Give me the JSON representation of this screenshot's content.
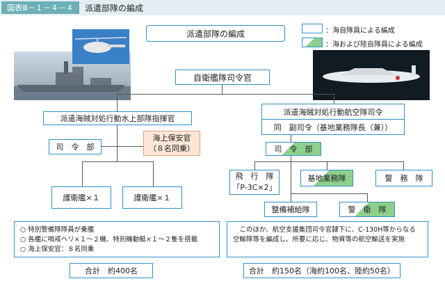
{
  "header": {
    "figure_tag": "図表Ⅲ－１－４－４",
    "title": "派遣部隊の編成"
  },
  "diagram": {
    "title": "派遣部隊の編成",
    "legend": {
      "maritime": "：海自隊員による編成",
      "maritime_ground": "：海および陸自隊員による編成"
    },
    "top": "自衛艦隊司令官",
    "left": {
      "command": "派遣海賊対処行動水上部隊指揮官",
      "hq": "司　令　部",
      "coast_guard_line1": "海上保安官",
      "coast_guard_line2": "（８名同乗）",
      "unit1": "護衛艦×１",
      "unit2": "護衛艦×１",
      "notes": [
        "○ 特別警備隊隊員が乗艦",
        "○ 各艦に哨戒ヘリ×１～２機、特別機動艇×１～２隻を搭載",
        "○ 海上保安官：８名同乗"
      ],
      "total": "合計　約400名"
    },
    "right": {
      "command_line1": "派遣海賊対処行動航空隊司令",
      "command_line2": "同　副司令（基地業務隊長（兼））",
      "hq": "司　令　部",
      "flight_line1": "飛　行　隊",
      "flight_line2": "「P-3C×2」",
      "base_service": "基地業務隊",
      "security": "警　務　隊",
      "maintenance": "整備補給隊",
      "guard": "警　衛　隊",
      "note": "　このほか、航空支援集団司令官隷下に、C-130H等からなる空輸隊等を編成し、所要に応じ、物資等の航空輸送を実施",
      "total": "合計　約150名（海約100名、陸約50名）"
    }
  }
}
